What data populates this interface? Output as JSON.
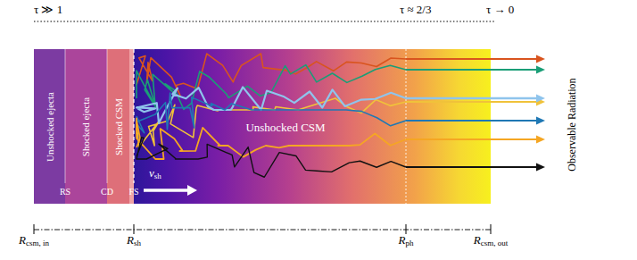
{
  "diagram": {
    "nodes": [
      {
        "text": [
          "Unshocked ejecta"
        ]
      },
      {
        "text": [
          "Shocked ejecta"
        ]
      },
      {
        "text": [
          "Shocked CSM"
        ]
      },
      {
        "text": [
          "Unshocked CSM"
        ]
      }
    ],
    "labels": [
      "τ ≫ 1",
      "τ ≈ 2/3",
      "τ → 0",
      "RS",
      "CD",
      "FS",
      "v",
      "sh",
      "Observable Radiation",
      "R",
      "csm, in",
      "R",
      "sh",
      "R",
      "ph",
      "R",
      "csm, out"
    ]
  }
}
